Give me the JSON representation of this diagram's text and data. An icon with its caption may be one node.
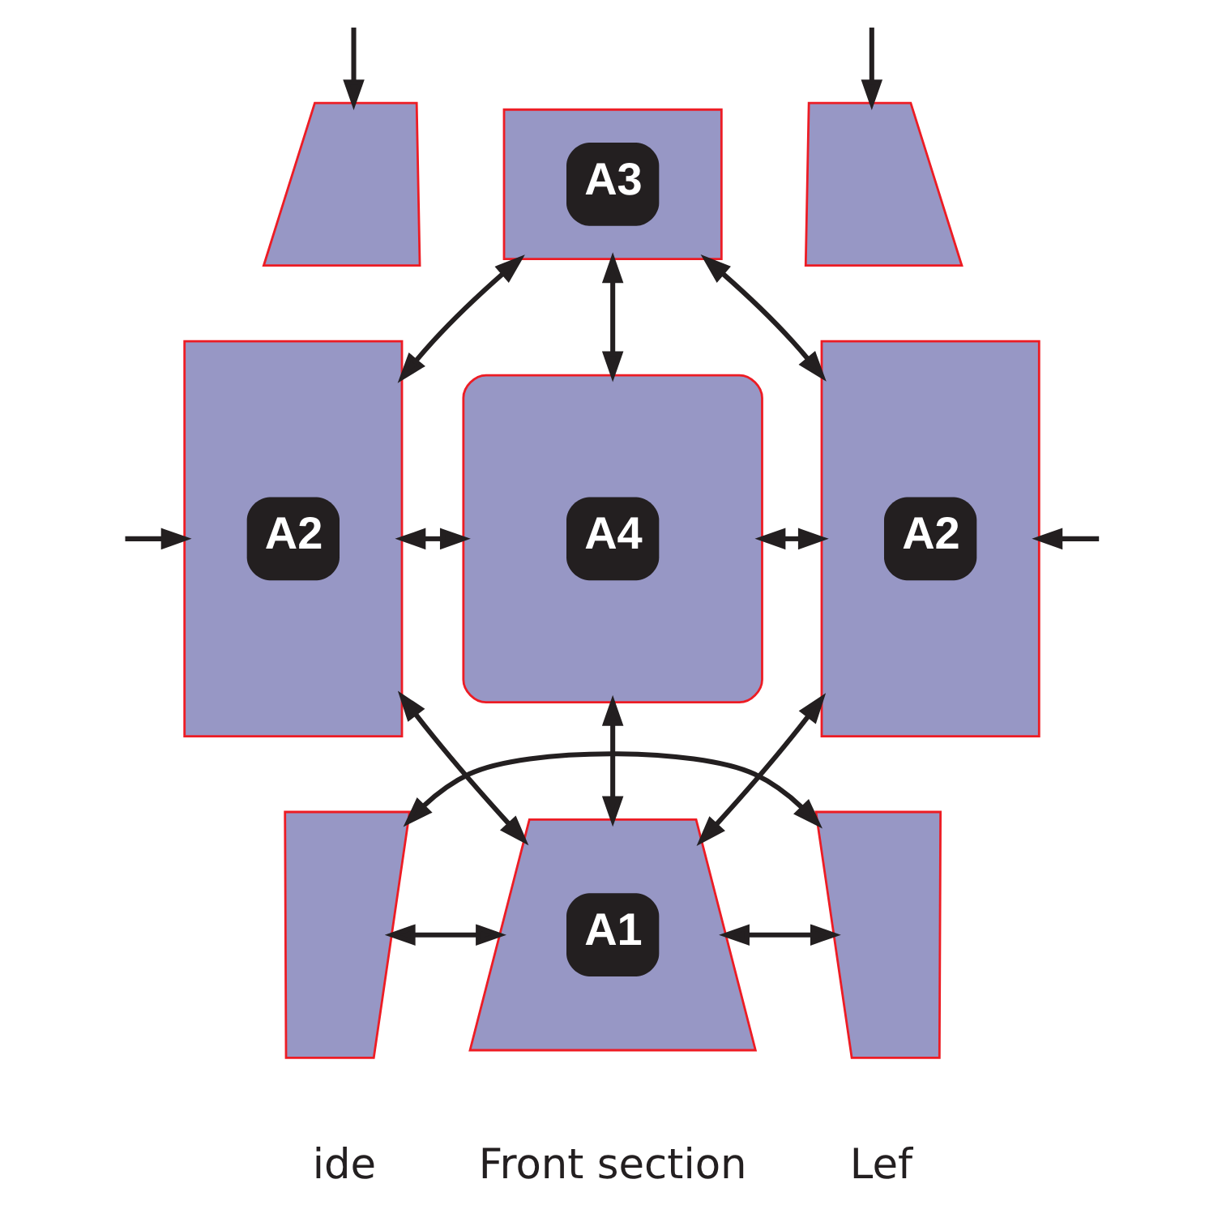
{
  "diagram": {
    "nodes": [
      {
        "text": [],
        "shape": "polygon"
      },
      {
        "text": [
          "A3"
        ]
      },
      {
        "text": [],
        "shape": "polygon"
      },
      {
        "text": [
          "A2"
        ]
      },
      {
        "text": [
          "A4"
        ]
      },
      {
        "text": [
          "A2"
        ]
      },
      {
        "text": [],
        "shape": "polygon"
      },
      {
        "text": [
          "A1"
        ]
      },
      {
        "text": [],
        "shape": "polygon"
      }
    ],
    "edges": [
      {
        "from": null,
        "to": 0,
        "arrow": "to"
      },
      {
        "from": null,
        "to": 2,
        "arrow": "to"
      },
      {
        "from": 1,
        "to": 3,
        "arrow": "both"
      },
      {
        "from": 1,
        "to": 4,
        "arrow": "both"
      },
      {
        "from": 1,
        "to": 5,
        "arrow": "both"
      },
      {
        "from": null,
        "to": 3,
        "arrow": "to"
      },
      {
        "from": 3,
        "to": 4,
        "arrow": "both"
      },
      {
        "from": 4,
        "to": 5,
        "arrow": "both"
      },
      {
        "from": null,
        "to": 5,
        "arrow": "to"
      },
      {
        "from": 4,
        "to": 7,
        "arrow": "both"
      },
      {
        "from": 3,
        "to": 7,
        "arrow": "both"
      },
      {
        "from": 5,
        "to": 7,
        "arrow": "both"
      },
      {
        "from": 6,
        "to": 7,
        "arrow": "both"
      },
      {
        "from": 7,
        "to": 8,
        "arrow": "both"
      },
      {
        "from": 6,
        "to": 8,
        "arrow": "both"
      }
    ],
    "labels": [
      "ide",
      "Lef",
      "Front section"
    ]
  }
}
